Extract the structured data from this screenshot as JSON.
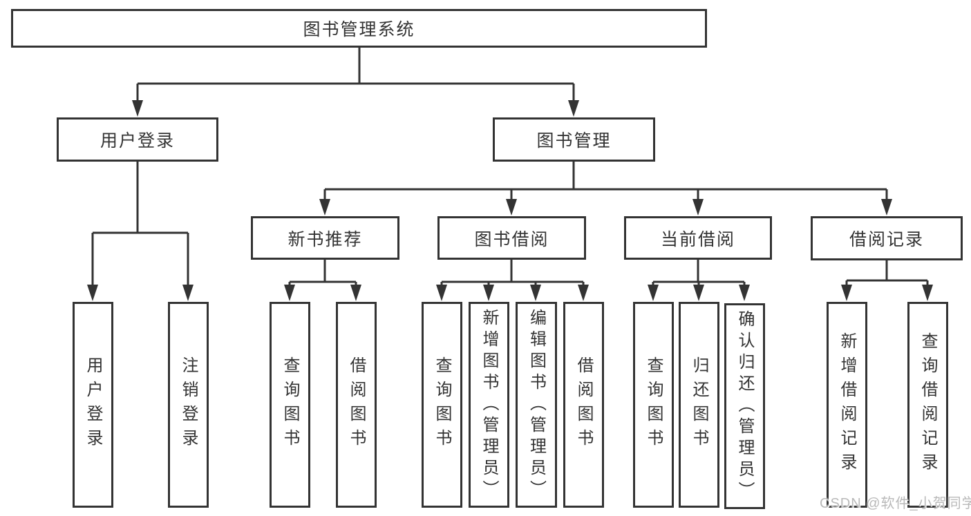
{
  "diagram": {
    "root": {
      "label": "图书管理系统"
    },
    "level2": {
      "user_login": {
        "label": "用户登录"
      },
      "book_management": {
        "label": "图书管理"
      }
    },
    "level3": {
      "new_book_recommend": {
        "label": "新书推荐"
      },
      "book_borrow": {
        "label": "图书借阅"
      },
      "current_borrow": {
        "label": "当前借阅"
      },
      "borrow_record": {
        "label": "借阅记录"
      }
    },
    "leaves": {
      "user_login_group": {
        "user_login": {
          "label": "用户登录"
        },
        "logout": {
          "label": "注销登录"
        }
      },
      "new_book_group": {
        "query_book": {
          "label": "查询图书"
        },
        "borrow_book": {
          "label": "借阅图书"
        }
      },
      "book_borrow_group": {
        "query_book": {
          "label": "查询图书"
        },
        "add_book_admin": {
          "label": "新增图书（管理员）"
        },
        "edit_book_admin": {
          "label": "编辑图书（管理员）"
        },
        "borrow_book": {
          "label": "借阅图书"
        }
      },
      "current_borrow_group": {
        "query_book": {
          "label": "查询图书"
        },
        "return_book": {
          "label": "归还图书"
        },
        "confirm_return_admin": {
          "label": "确认归还（管理员）"
        }
      },
      "borrow_record_group": {
        "add_record": {
          "label": "新增借阅记录"
        },
        "query_record": {
          "label": "查询借阅记录"
        }
      }
    }
  },
  "watermark": {
    "text": "CSDN @软件_小贺同学"
  },
  "colors": {
    "line": "#333333",
    "text": "#333333",
    "background": "#ffffff",
    "watermark_text": "#b9b9b9"
  }
}
